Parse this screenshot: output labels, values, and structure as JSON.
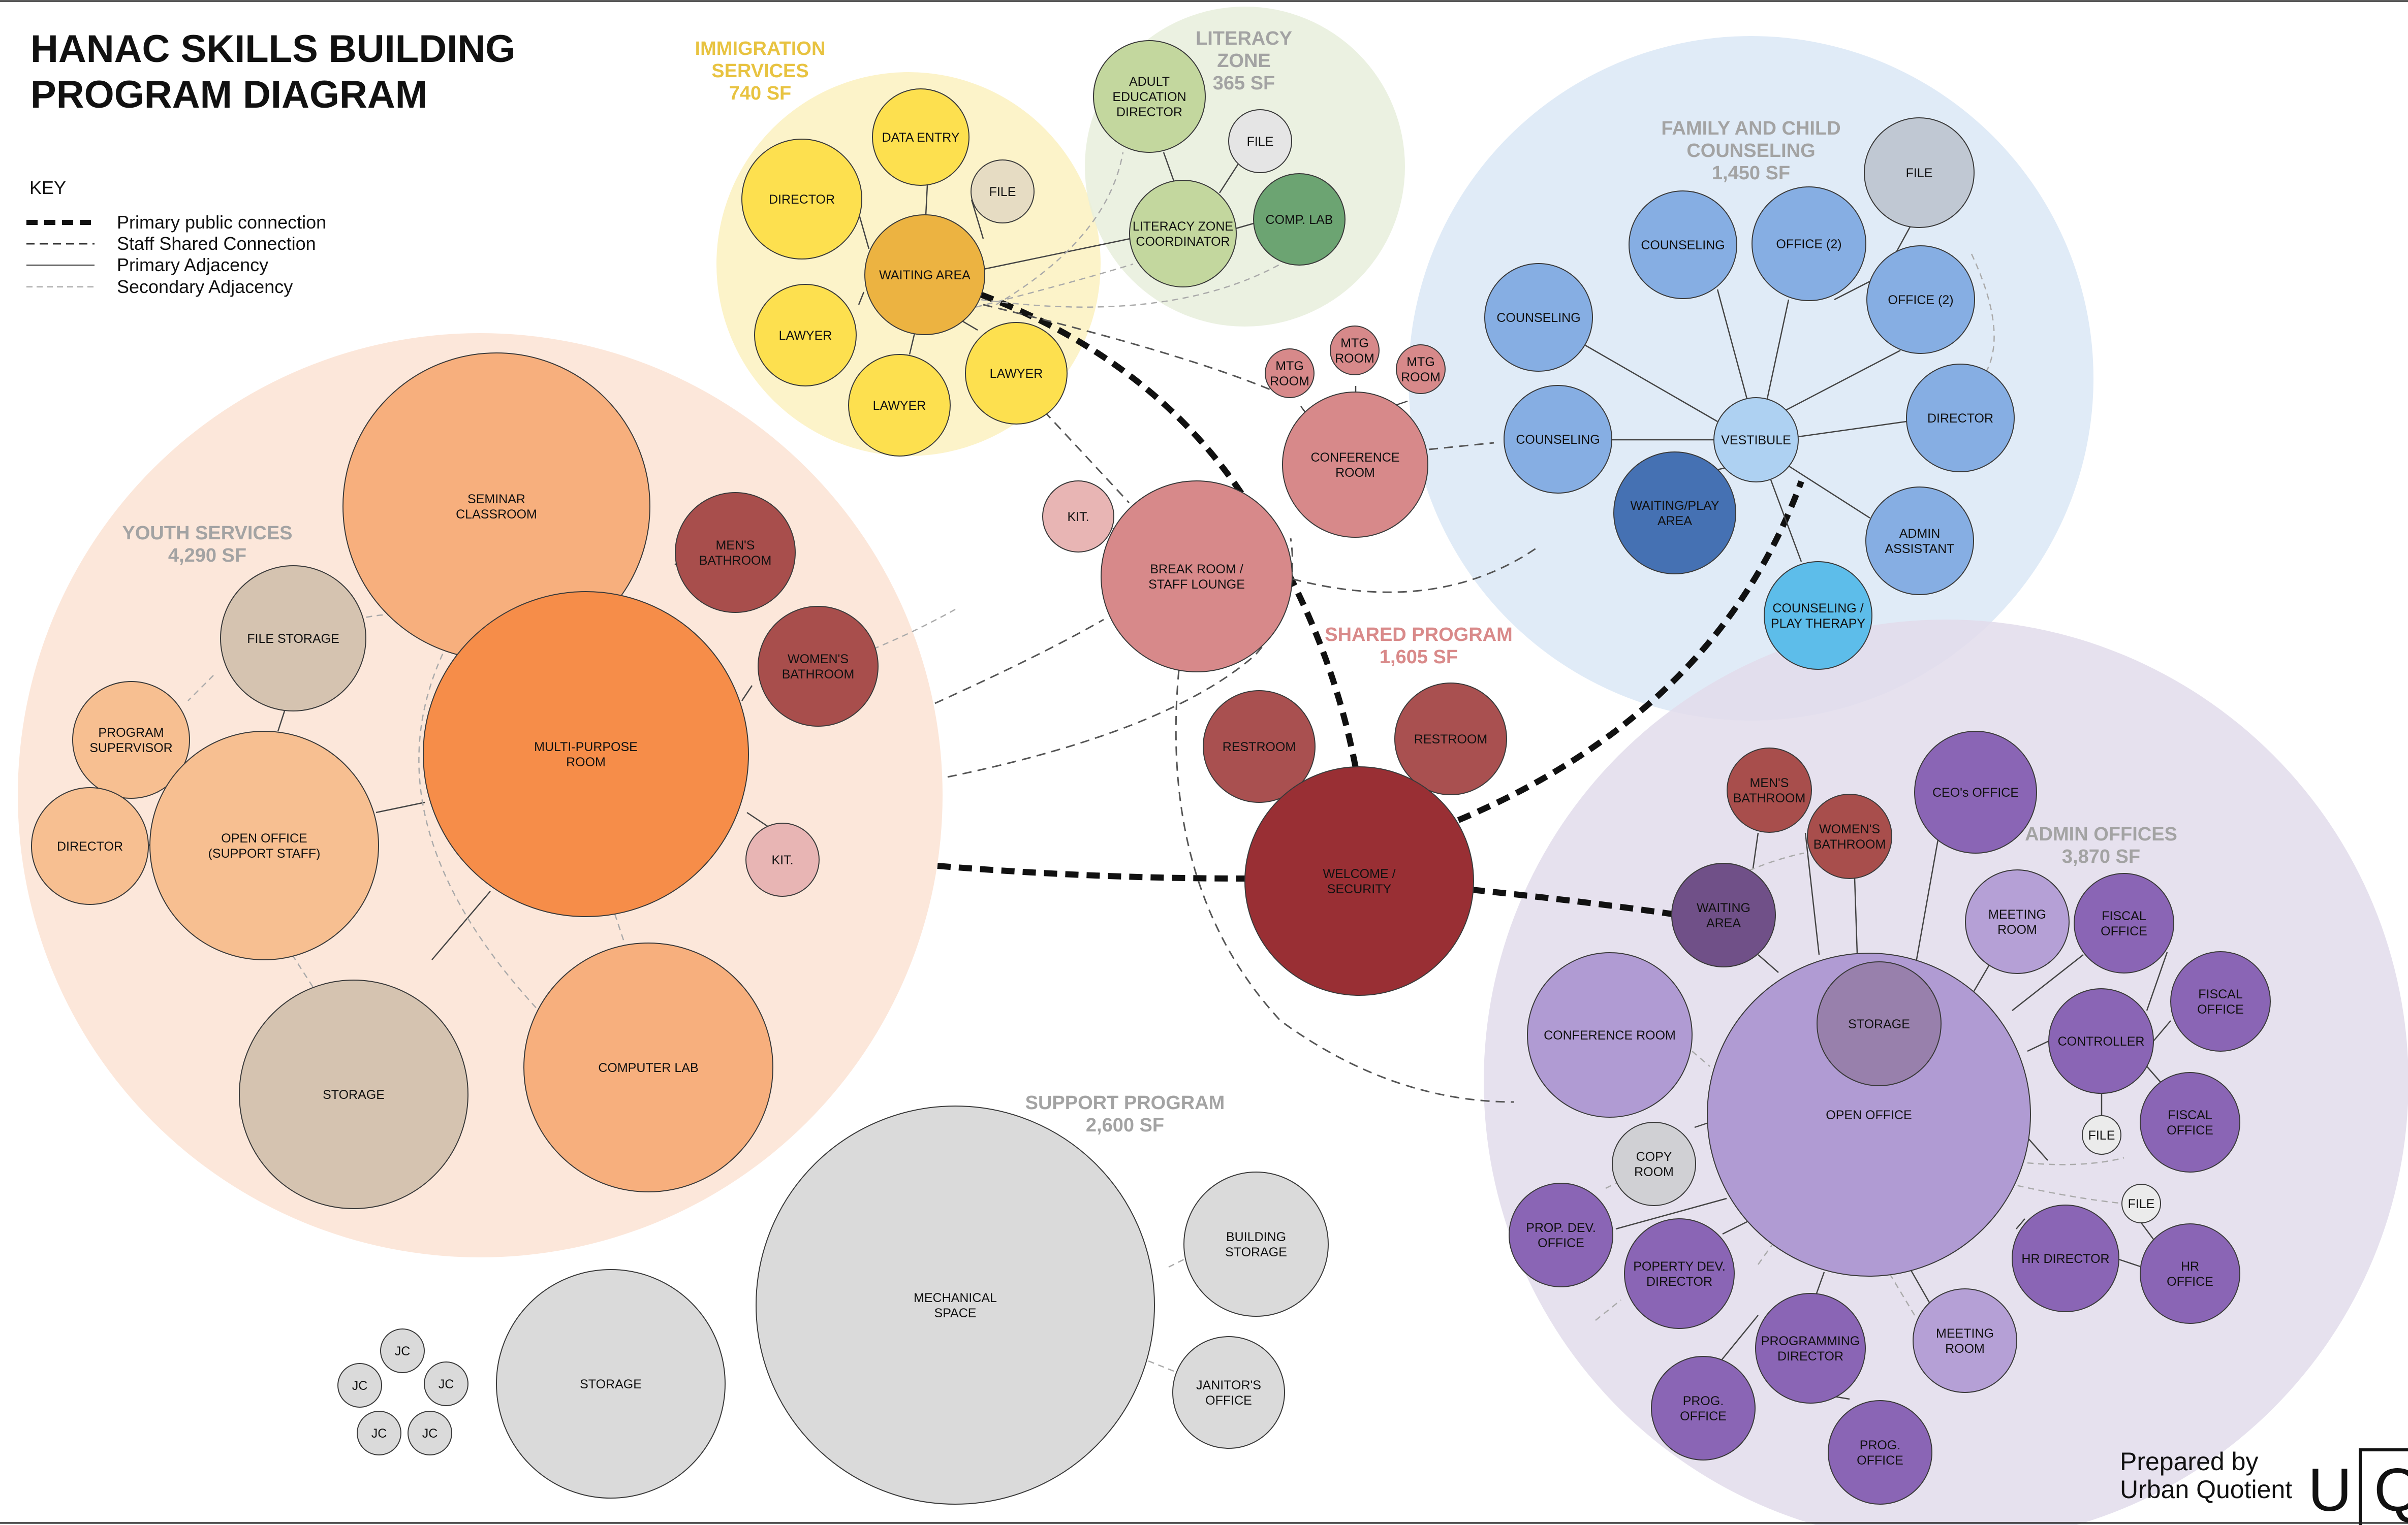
{
  "title": [
    "HANAC SKILLS BUILDING",
    "PROGRAM DIAGRAM"
  ],
  "key": {
    "title": "KEY",
    "items": [
      {
        "id": "primary-public",
        "label": "Primary public connection"
      },
      {
        "id": "staff-shared",
        "label": "Staff Shared Connection"
      },
      {
        "id": "primary-adjacency",
        "label": "Primary Adjacency"
      },
      {
        "id": "secondary-adjacency",
        "label": "Secondary Adjacency"
      }
    ]
  },
  "zones": [
    {
      "id": "immigration",
      "lines": [
        "IMMIGRATION",
        "SERVICES",
        "740 SF"
      ],
      "color": "#e8c341"
    },
    {
      "id": "literacy",
      "lines": [
        "LITERACY",
        "ZONE",
        "365 SF"
      ],
      "color": "#a3a3a3"
    },
    {
      "id": "family",
      "lines": [
        "FAMILY AND CHILD",
        "COUNSELING",
        "1,450 SF"
      ],
      "color": "#a3a3a3"
    },
    {
      "id": "youth",
      "lines": [
        "YOUTH SERVICES",
        "4,290 SF"
      ],
      "color": "#a3a3a3"
    },
    {
      "id": "shared",
      "lines": [
        "SHARED PROGRAM",
        "1,605 SF"
      ],
      "color": "#d98a8a"
    },
    {
      "id": "admin",
      "lines": [
        "ADMIN OFFICES",
        "3,870 SF"
      ],
      "color": "#a3a3a3"
    },
    {
      "id": "support",
      "lines": [
        "SUPPORT PROGRAM",
        "2,600 SF"
      ],
      "color": "#a3a3a3"
    }
  ],
  "rooms": {
    "imm_director": [
      "DIRECTOR"
    ],
    "imm_dataentry": [
      "DATA ENTRY"
    ],
    "imm_file": [
      "FILE"
    ],
    "imm_waiting": [
      "WAITING AREA"
    ],
    "imm_lawyer1": [
      "LAWYER"
    ],
    "imm_lawyer2": [
      "LAWYER"
    ],
    "imm_lawyer3": [
      "LAWYER"
    ],
    "lit_adult": [
      "ADULT",
      "EDUCATION",
      "DIRECTOR"
    ],
    "lit_file": [
      "FILE"
    ],
    "lit_coord": [
      "LITERACY ZONE",
      "COORDINATOR"
    ],
    "lit_comp": [
      "COMP. LAB"
    ],
    "fam_file": [
      "FILE"
    ],
    "fam_couns1": [
      "COUNSELING"
    ],
    "fam_office1": [
      "OFFICE (2)"
    ],
    "fam_couns2": [
      "COUNSELING"
    ],
    "fam_office2": [
      "OFFICE (2)"
    ],
    "fam_couns3": [
      "COUNSELING"
    ],
    "fam_vest": [
      "VESTIBULE"
    ],
    "fam_director": [
      "DIRECTOR"
    ],
    "fam_waiting": [
      "WAITING/PLAY",
      "AREA"
    ],
    "fam_admin": [
      "ADMIN",
      "ASSISTANT"
    ],
    "fam_play": [
      "COUNSELING /",
      "PLAY THERAPY"
    ],
    "sh_mtg1": [
      "MTG",
      "ROOM"
    ],
    "sh_mtg2": [
      "MTG",
      "ROOM"
    ],
    "sh_mtg3": [
      "MTG",
      "ROOM"
    ],
    "sh_conf": [
      "CONFERENCE",
      "ROOM"
    ],
    "sh_kit": [
      "KIT."
    ],
    "sh_break": [
      "BREAK ROOM /",
      "STAFF LOUNGE"
    ],
    "sh_rest1": [
      "RESTROOM"
    ],
    "sh_rest2": [
      "RESTROOM"
    ],
    "sh_welcome": [
      "WELCOME /",
      "SECURITY"
    ],
    "y_seminar": [
      "SEMINAR",
      "CLASSROOM"
    ],
    "y_mens": [
      "MEN'S",
      "BATHROOM"
    ],
    "y_womens": [
      "WOMEN'S",
      "BATHROOM"
    ],
    "y_filestorage": [
      "FILE STORAGE"
    ],
    "y_progsup": [
      "PROGRAM",
      "SUPERVISOR"
    ],
    "y_director": [
      "DIRECTOR"
    ],
    "y_openoffice": [
      "OPEN OFFICE",
      "(SUPPORT STAFF)"
    ],
    "y_multi": [
      "MULTI-PURPOSE",
      "ROOM"
    ],
    "y_kit": [
      "KIT."
    ],
    "y_storage": [
      "STORAGE"
    ],
    "y_complab": [
      "COMPUTER LAB"
    ],
    "a_mens": [
      "MEN'S",
      "BATHROOM"
    ],
    "a_womens": [
      "WOMEN'S",
      "BATHROOM"
    ],
    "a_ceo": [
      "CEO's OFFICE"
    ],
    "a_waiting": [
      "WAITING",
      "AREA"
    ],
    "a_meeting1": [
      "MEETING",
      "ROOM"
    ],
    "a_fiscal1": [
      "FISCAL",
      "OFFICE"
    ],
    "a_fiscal2": [
      "FISCAL",
      "OFFICE"
    ],
    "a_controller": [
      "CONTROLLER"
    ],
    "a_fiscal3": [
      "FISCAL",
      "OFFICE"
    ],
    "a_file1": [
      "FILE"
    ],
    "a_file2": [
      "FILE"
    ],
    "a_conference": [
      "CONFERENCE ROOM"
    ],
    "a_openoffice": [
      "OPEN OFFICE"
    ],
    "a_storage": [
      "STORAGE"
    ],
    "a_copy": [
      "COPY",
      "ROOM"
    ],
    "a_propdev": [
      "PROP. DEV.",
      "OFFICE"
    ],
    "a_popdir": [
      "POPERTY DEV.",
      "DIRECTOR"
    ],
    "a_progdir": [
      "PROGRAMMING",
      "DIRECTOR"
    ],
    "a_meeting2": [
      "MEETING",
      "ROOM"
    ],
    "a_hrdir": [
      "HR DIRECTOR"
    ],
    "a_hroffice": [
      "HR",
      "OFFICE"
    ],
    "a_prog1": [
      "PROG.",
      "OFFICE"
    ],
    "a_prog2": [
      "PROG.",
      "OFFICE"
    ],
    "s_mech": [
      "MECHANICAL",
      "SPACE"
    ],
    "s_storage": [
      "STORAGE"
    ],
    "s_bldg": [
      "BUILDING",
      "STORAGE"
    ],
    "s_janitor": [
      "JANITOR'S",
      "OFFICE"
    ],
    "s_jc1": [
      "JC"
    ],
    "s_jc2": [
      "JC"
    ],
    "s_jc3": [
      "JC"
    ],
    "s_jc4": [
      "JC"
    ],
    "s_jc5": [
      "JC"
    ]
  },
  "credit": [
    "Prepared by",
    "Urban Quotient"
  ],
  "logo": [
    "U",
    "Q"
  ]
}
